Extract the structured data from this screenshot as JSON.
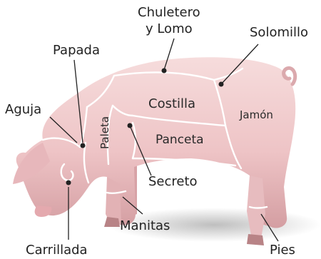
{
  "diagram": {
    "labels": {
      "chuletero_line1": "Chuletero",
      "chuletero_line2": "y Lomo",
      "solomillo": "Solomillo",
      "papada": "Papada",
      "aguja": "Aguja",
      "costilla": "Costilla",
      "jamon": "Jamón",
      "panceta": "Panceta",
      "paleta": "Paleta",
      "secreto": "Secreto",
      "manitas": "Manitas",
      "carrillada": "Carrillada",
      "pies": "Pies"
    },
    "colors": {
      "pig_body": "#f0c9c9",
      "pig_shade": "#d9a3a6",
      "cut_lines": "#ffffff",
      "leader_lines": "#222222",
      "text": "#222222"
    }
  }
}
